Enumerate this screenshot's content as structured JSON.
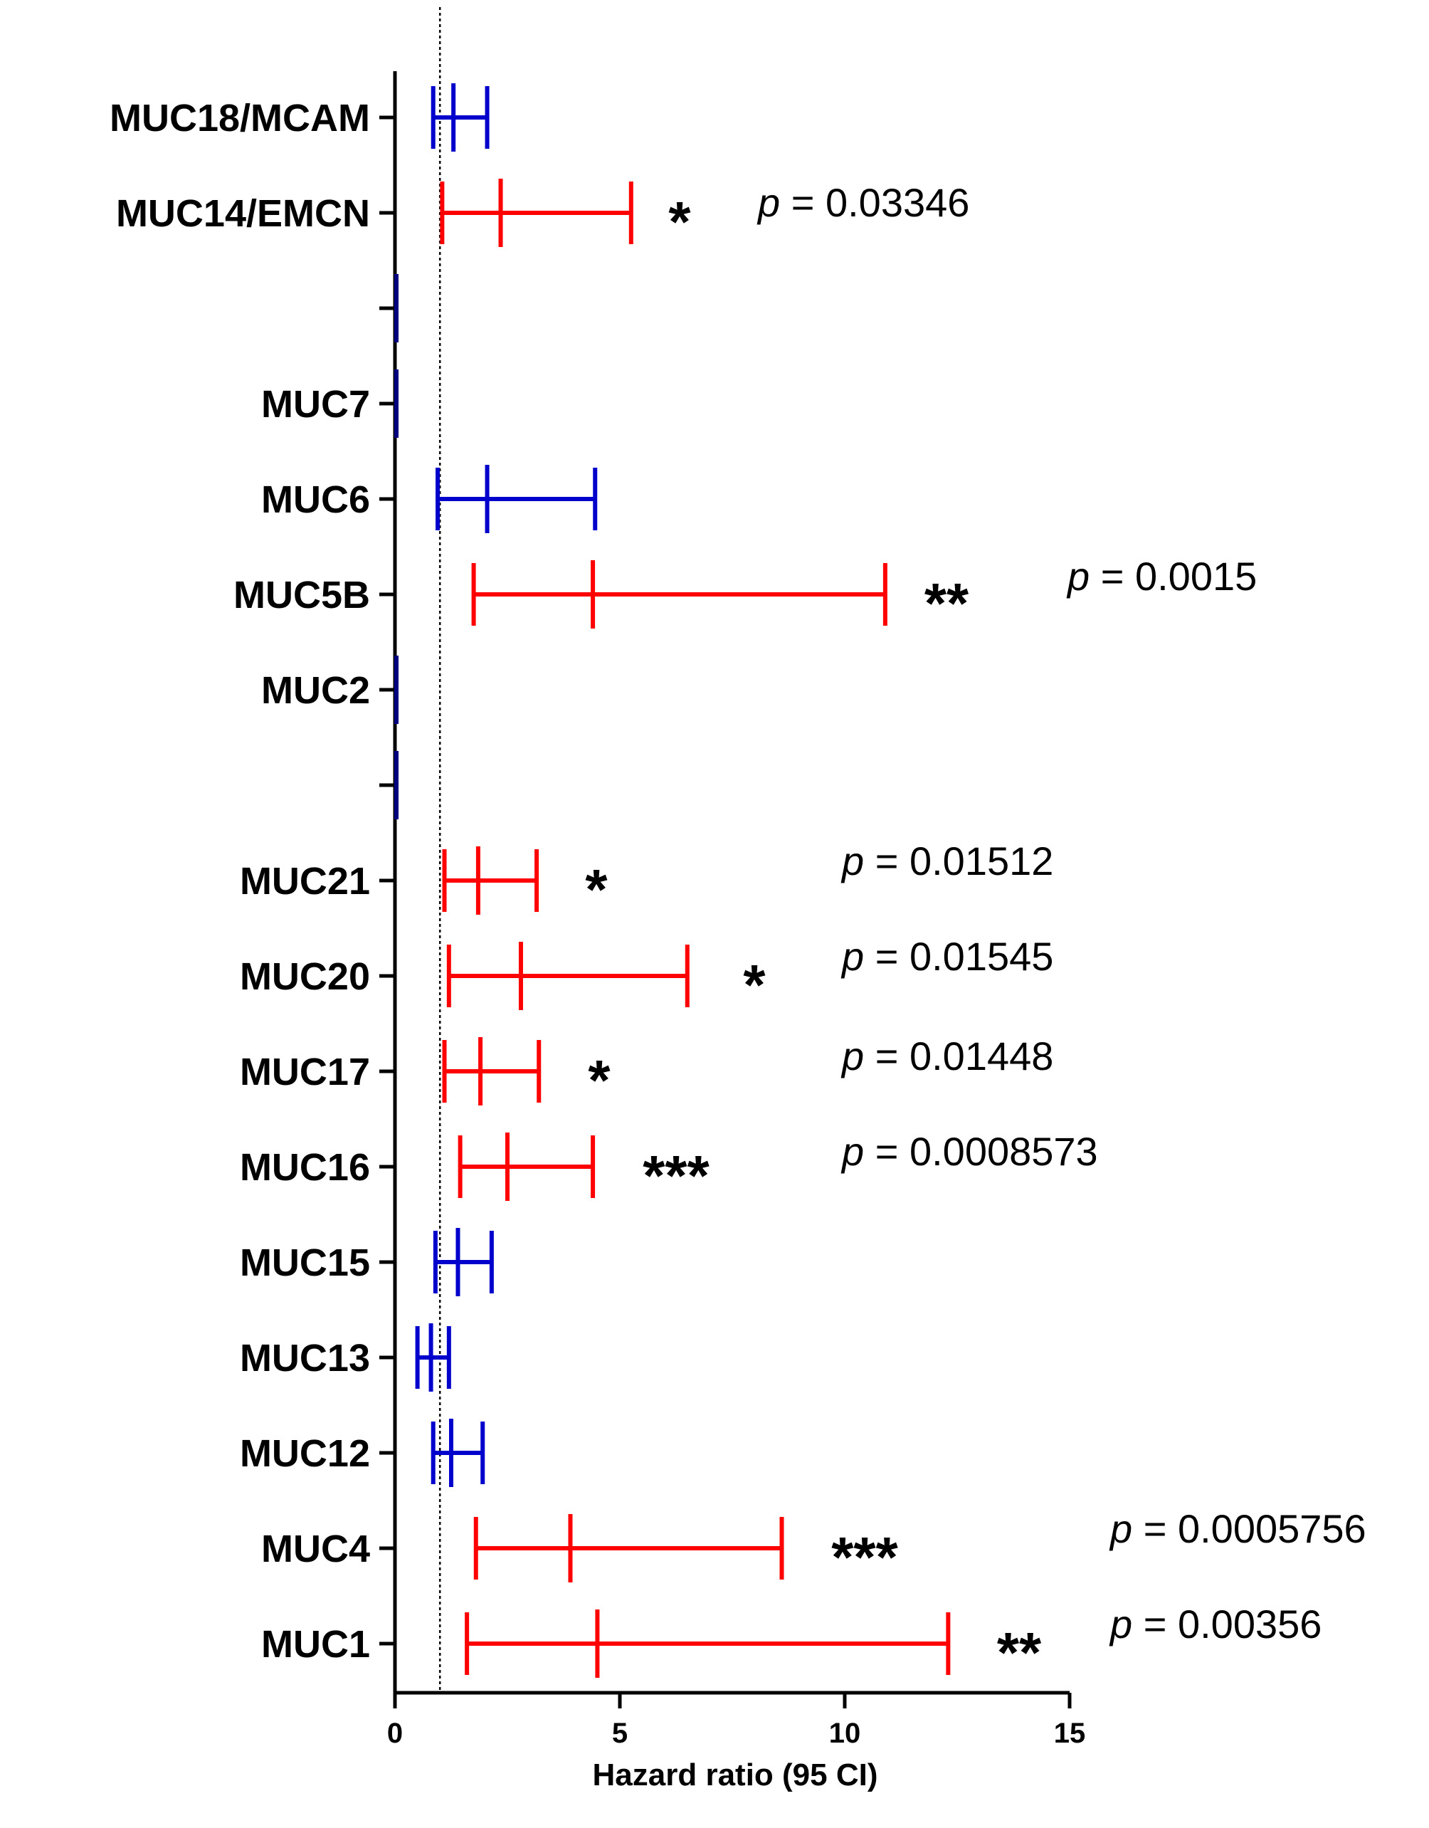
{
  "chart_data": {
    "type": "forest",
    "xlabel": "Hazard ratio (95 CI)",
    "xlim": [
      0,
      15
    ],
    "x_ticks": [
      0,
      5,
      10,
      15
    ],
    "x_tick_labels": [
      "0",
      "5",
      "10",
      "15"
    ],
    "reference_line": 1,
    "grid": false,
    "legend": "none",
    "colors": {
      "significant": "#ff0000",
      "nonsignificant": "#0000cc",
      "null": "#000080"
    },
    "rows": [
      {
        "label": "MUC18/MCAM",
        "hr": 1.3,
        "lo": 0.85,
        "hi": 2.05,
        "sig": "",
        "p": "",
        "group": "nonsignificant"
      },
      {
        "label": "MUC14/EMCN",
        "hr": 2.35,
        "lo": 1.05,
        "hi": 5.25,
        "sig": "*",
        "p": "0.03346",
        "group": "significant"
      },
      {
        "label": "",
        "hr": 0,
        "lo": 0,
        "hi": 0,
        "sig": "",
        "p": "",
        "group": "null"
      },
      {
        "label": "MUC7",
        "hr": 0,
        "lo": 0,
        "hi": 0,
        "sig": "",
        "p": "",
        "group": "null"
      },
      {
        "label": "MUC6",
        "hr": 2.05,
        "lo": 0.95,
        "hi": 4.45,
        "sig": "",
        "p": "",
        "group": "nonsignificant"
      },
      {
        "label": "MUC5B",
        "hr": 4.4,
        "lo": 1.75,
        "hi": 10.9,
        "sig": "**",
        "p": "0.0015",
        "group": "significant"
      },
      {
        "label": "MUC2",
        "hr": 0,
        "lo": 0,
        "hi": 0,
        "sig": "",
        "p": "",
        "group": "null"
      },
      {
        "label": "",
        "hr": 0,
        "lo": 0,
        "hi": 0,
        "sig": "",
        "p": "",
        "group": "null"
      },
      {
        "label": "MUC21",
        "hr": 1.85,
        "lo": 1.1,
        "hi": 3.15,
        "sig": "*",
        "p": "0.01512",
        "group": "significant"
      },
      {
        "label": "MUC20",
        "hr": 2.8,
        "lo": 1.2,
        "hi": 6.5,
        "sig": "*",
        "p": "0.01545",
        "group": "significant"
      },
      {
        "label": "MUC17",
        "hr": 1.9,
        "lo": 1.1,
        "hi": 3.2,
        "sig": "*",
        "p": "0.01448",
        "group": "significant"
      },
      {
        "label": "MUC16",
        "hr": 2.5,
        "lo": 1.45,
        "hi": 4.4,
        "sig": "***",
        "p": "0.0008573",
        "group": "significant"
      },
      {
        "label": "MUC15",
        "hr": 1.4,
        "lo": 0.9,
        "hi": 2.15,
        "sig": "",
        "p": "",
        "group": "nonsignificant"
      },
      {
        "label": "MUC13",
        "hr": 0.8,
        "lo": 0.5,
        "hi": 1.2,
        "sig": "",
        "p": "",
        "group": "nonsignificant"
      },
      {
        "label": "MUC12",
        "hr": 1.25,
        "lo": 0.85,
        "hi": 1.95,
        "sig": "",
        "p": "",
        "group": "nonsignificant"
      },
      {
        "label": "MUC4",
        "hr": 3.9,
        "lo": 1.8,
        "hi": 8.6,
        "sig": "***",
        "p": "0.0005756",
        "group": "significant"
      },
      {
        "label": "MUC1",
        "hr": 4.5,
        "lo": 1.6,
        "hi": 12.3,
        "sig": "**",
        "p": "0.00356",
        "group": "significant"
      }
    ],
    "p_prefix": "p",
    "p_equals": " = "
  }
}
